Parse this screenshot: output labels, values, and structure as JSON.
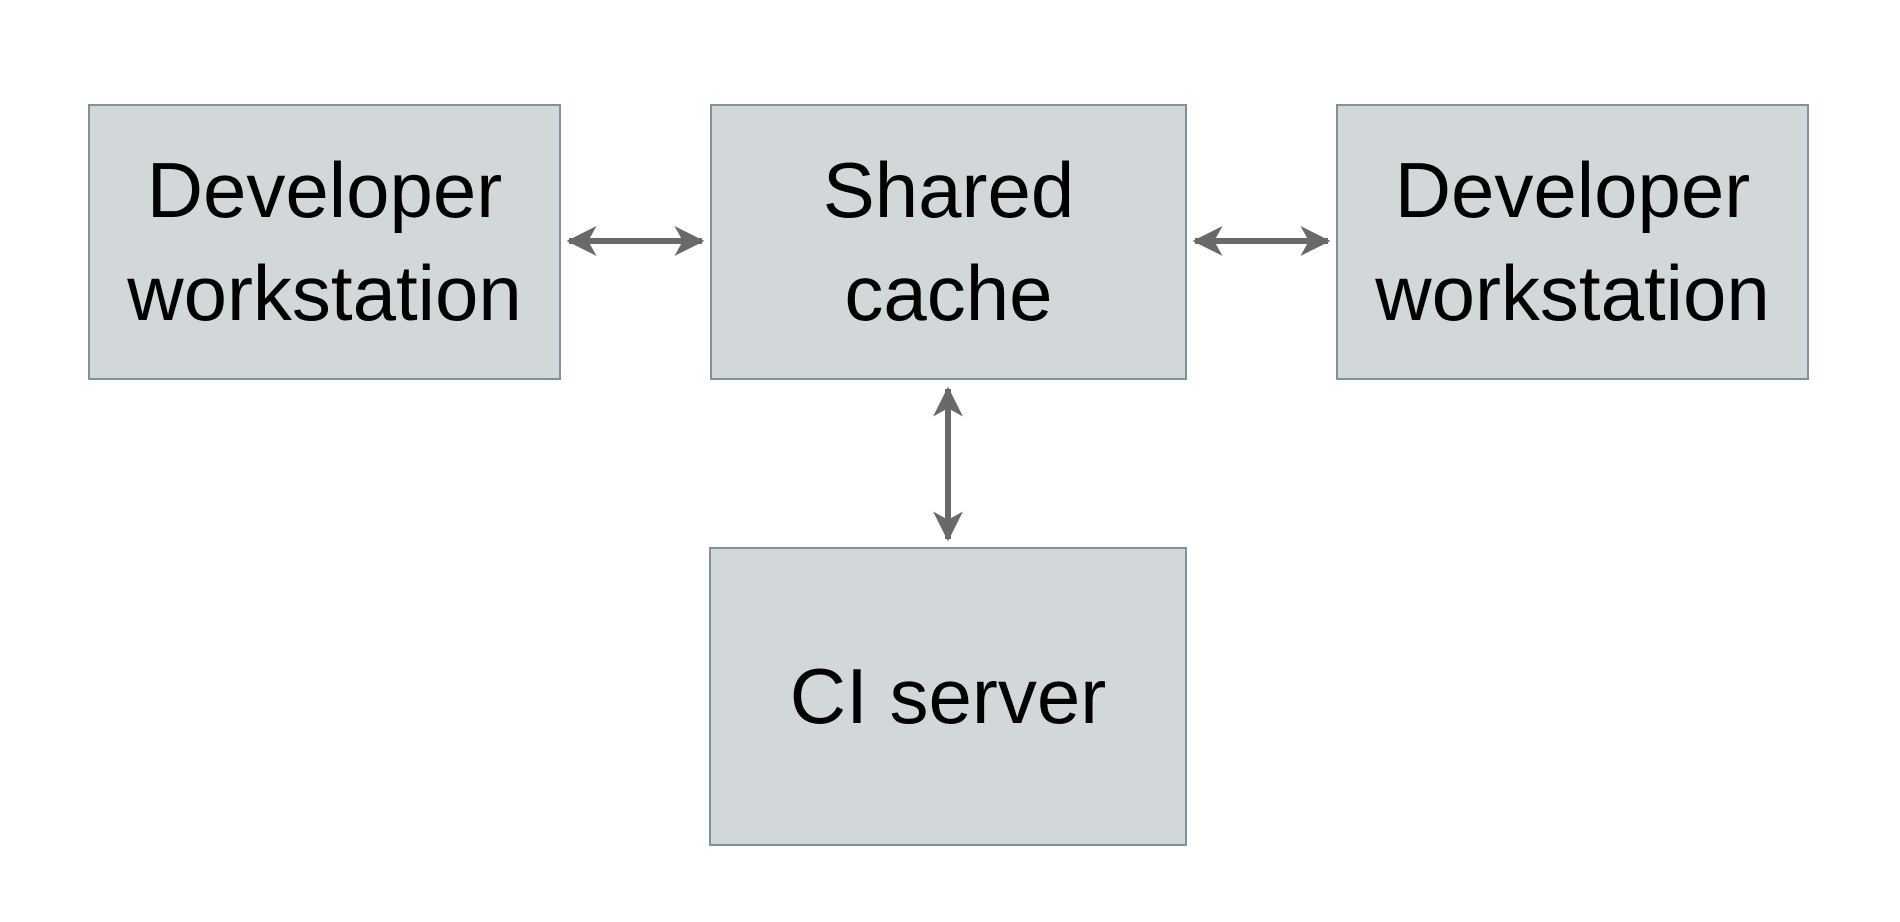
{
  "diagram": {
    "type": "architecture-diagram",
    "nodes": [
      {
        "id": "developer-workstation-left",
        "label": "Developer\nworkstation"
      },
      {
        "id": "shared-cache",
        "label": "Shared\ncache"
      },
      {
        "id": "developer-workstation-right",
        "label": "Developer\nworkstation"
      },
      {
        "id": "ci-server",
        "label": "CI server"
      }
    ],
    "edges": [
      {
        "from": "developer-workstation-left",
        "to": "shared-cache",
        "direction": "bidirectional"
      },
      {
        "from": "shared-cache",
        "to": "developer-workstation-right",
        "direction": "bidirectional"
      },
      {
        "from": "shared-cache",
        "to": "ci-server",
        "direction": "bidirectional"
      }
    ]
  },
  "colors": {
    "background": "#ffffff",
    "box_fill": "#d2d8da",
    "box_border": "#7d929b",
    "arrow": "#696969",
    "text": "#000000"
  }
}
